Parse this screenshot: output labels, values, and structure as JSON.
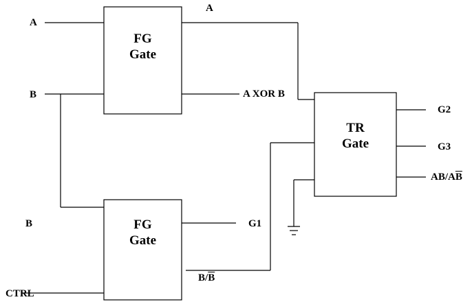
{
  "gates": {
    "fg_top": {
      "line1": "FG",
      "line2": "Gate"
    },
    "fg_bottom": {
      "line1": "FG",
      "line2": "Gate"
    },
    "tr": {
      "line1": "TR",
      "line2": "Gate"
    }
  },
  "signals": {
    "a_in": "A",
    "b_in": "B",
    "b_in2": "B",
    "ctrl": "CTRL",
    "a_out": "A",
    "axorb": "A XOR B",
    "g1": "G1",
    "b_bbar_pre": "B/",
    "b_bbar_bar": "B",
    "g2": "G2",
    "g3": "G3",
    "ab_pre": "AB/A",
    "ab_bar": "B"
  }
}
